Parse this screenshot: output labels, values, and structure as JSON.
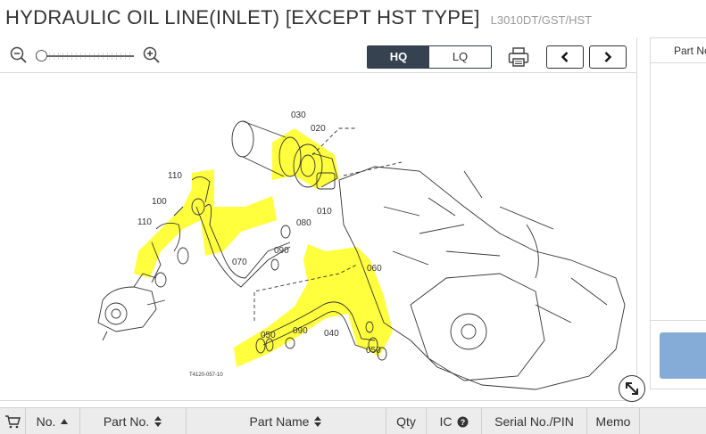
{
  "header": {
    "title": "HYDRAULIC OIL LINE(INLET) [EXCEPT HST TYPE]",
    "model": "L3010DT/GST/HST"
  },
  "toolbar": {
    "hq_label": "HQ",
    "lq_label": "LQ",
    "selected_quality": "HQ",
    "icons": [
      "zoom-out-icon",
      "zoom-in-icon",
      "printer-icon",
      "chevron-left-icon",
      "chevron-right-icon"
    ]
  },
  "diagram": {
    "ref_numbers": [
      "030",
      "020",
      "110",
      "100",
      "110",
      "080",
      "010",
      "090",
      "070",
      "060",
      "050",
      "090",
      "040",
      "050"
    ],
    "drawing_code": "T4120-057-10",
    "highlight_color": "#ffff33"
  },
  "side_panel": {
    "header": "Part No",
    "button_color": "#85acd6"
  },
  "table": {
    "columns": [
      "No.",
      "Part No.",
      "Part Name",
      "Qty",
      "IC",
      "Serial No./PIN",
      "Memo"
    ]
  },
  "colors": {
    "segment_active": "#36424f",
    "header_bg": "#ececec"
  }
}
